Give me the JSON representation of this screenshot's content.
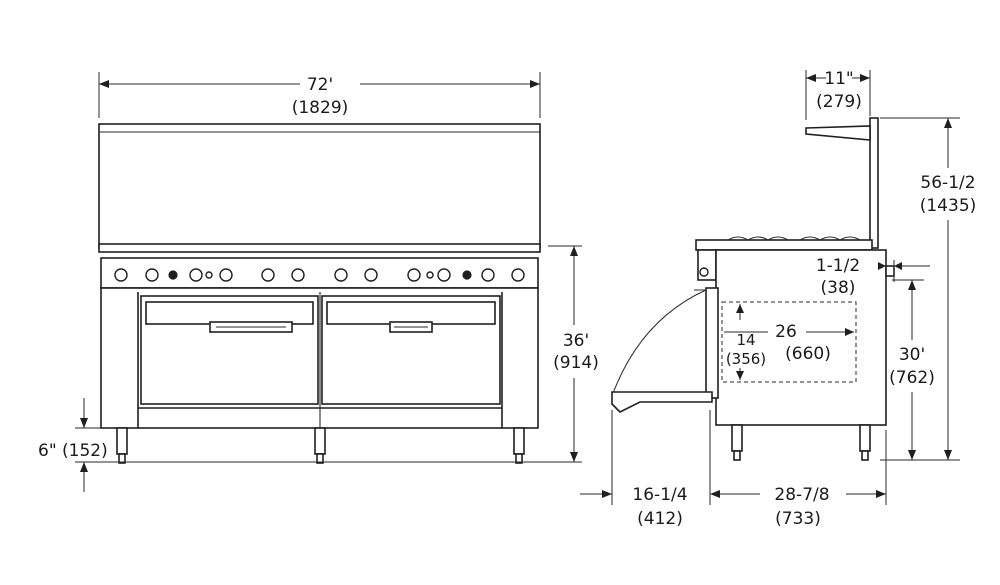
{
  "dimensions": {
    "overall_width": {
      "imperial": "72'",
      "metric": "(1829)"
    },
    "shelf_depth": {
      "imperial": "11\"",
      "metric": "(279)"
    },
    "overall_height": {
      "imperial": "56-1/2",
      "metric": "(1435)"
    },
    "work_height": {
      "imperial": "36'",
      "metric": "(914)"
    },
    "flue_offset": {
      "imperial": "1-1/2",
      "metric": "(38)"
    },
    "oven_height": {
      "imperial": "14",
      "metric": "(356)"
    },
    "oven_depth": {
      "imperial": "26",
      "metric": "(660)"
    },
    "door_height": {
      "imperial": "30'",
      "metric": "(762)"
    },
    "leg_height": {
      "imperial": "6\"",
      "metric": "(152)"
    },
    "door_swing": {
      "imperial": "16-1/4",
      "metric": "(412)"
    },
    "body_depth": {
      "imperial": "28-7/8",
      "metric": "(733)"
    }
  }
}
